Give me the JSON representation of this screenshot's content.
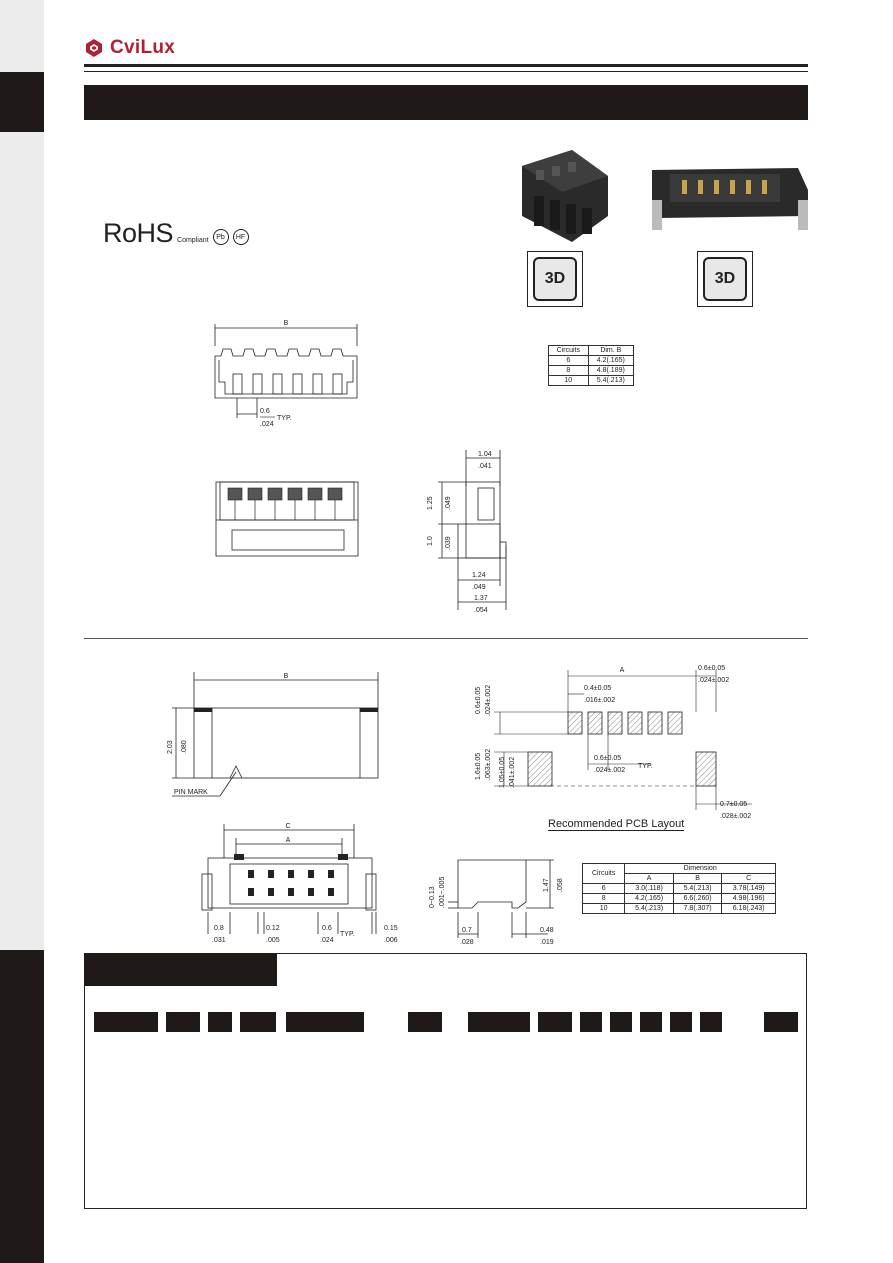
{
  "brand": {
    "name": "CviLux",
    "color": "#b02033"
  },
  "rohs": {
    "main": "RoHS",
    "sub": "Compliant",
    "pb_icon": "Pb",
    "hf_icon": "HF"
  },
  "badges": {
    "left": "3D",
    "right": "3D"
  },
  "top_drawing": {
    "dim_b": "B",
    "pitch_mm": "0.6",
    "pitch_in": ".024",
    "typ": "TYP."
  },
  "side_drawing": {
    "w1_mm": "1.04",
    "w1_in": ".041",
    "h1_mm": "1.25",
    "h1_in": ".049",
    "h2_mm": "1.0",
    "h2_in": ".039",
    "w2_mm": "1.24",
    "w2_in": ".049",
    "w3_mm": "1.37",
    "w3_in": ".054"
  },
  "table_b": {
    "headers": [
      "Circuits",
      "Dim. B"
    ],
    "rows": [
      [
        "6",
        "4.2(.165)"
      ],
      [
        "8",
        "4.8(.189)"
      ],
      [
        "10",
        "5.4(.213)"
      ]
    ]
  },
  "header_drawing": {
    "dim_b": "B",
    "height_mm": "2.03",
    "height_in": ".080",
    "pin_mark": "PIN  MARK"
  },
  "pcb": {
    "title": "Recommended PCB Layout",
    "a": "A",
    "pad_w_mm": "0.4±0.05",
    "pad_w_in": ".016±.002",
    "edge_w_mm": "0.6±0.05",
    "edge_w_in": ".024±.002",
    "left_h_mm": "0.6±0.05",
    "left_h_in": ".024±.002",
    "pitch_mm": "0.6±0.05",
    "pitch_in": ".024±.002",
    "typ": "TYP.",
    "gap_mm": "1.6±0.05",
    "gap_in": ".063±.002",
    "pad2_mm": "1.05±0.05",
    "pad2_in": ".041±.002",
    "br_mm": "0.7±0.05",
    "br_in": ".028±.002"
  },
  "bottom_front": {
    "c": "C",
    "a": "A",
    "d1_mm": "0.8",
    "d1_in": ".031",
    "d2_mm": "0.12",
    "d2_in": ".005",
    "d3_mm": "0.6",
    "d3_in": ".024",
    "typ": "TYP.",
    "d4_mm": "0.15",
    "d4_in": ".006"
  },
  "bottom_side": {
    "h_mm": "1.47",
    "h_in": ".058",
    "tol_mm": "0~0.13",
    "tol_in": ".001~.005",
    "w1_mm": "0.7",
    "w1_in": ".028",
    "w2_mm": "0.48",
    "w2_in": ".019"
  },
  "table_dim": {
    "h_circuits": "Circuits",
    "h_dimension": "Dimension",
    "cols": [
      "A",
      "B",
      "C"
    ],
    "rows": [
      [
        "6",
        "3.0(.118)",
        "5.4(.213)",
        "3.78(.149)"
      ],
      [
        "8",
        "4.2(.165)",
        "6.6(.260)",
        "4.98(.196)"
      ],
      [
        "10",
        "5.4(.213)",
        "7.8(.307)",
        "6.18(.243)"
      ]
    ]
  }
}
